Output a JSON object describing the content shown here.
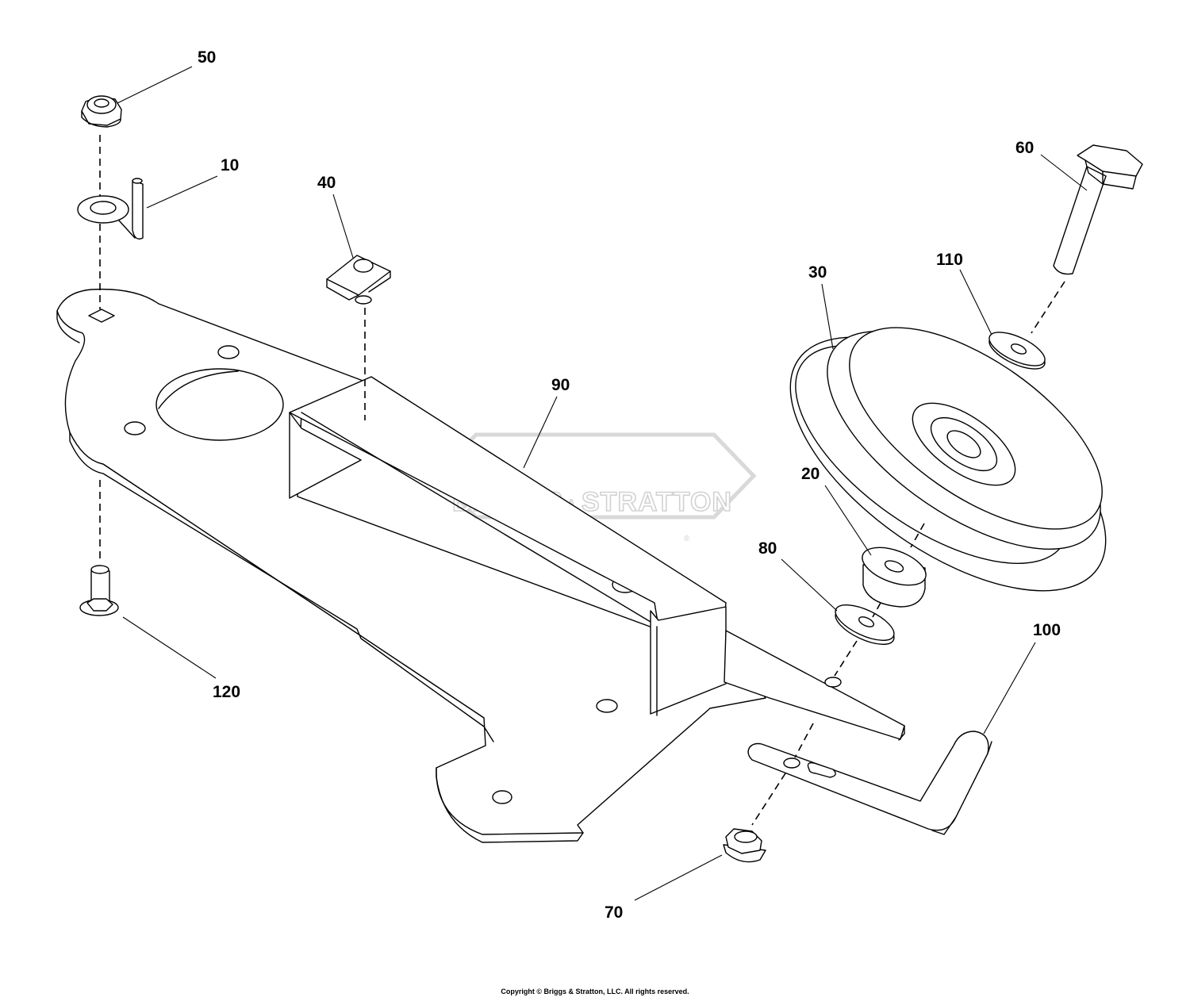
{
  "watermark": {
    "left": "BRIGGS",
    "amp": "&",
    "right": "STRATTON",
    "registered": "®"
  },
  "callouts": [
    {
      "id": "50"
    },
    {
      "id": "10"
    },
    {
      "id": "40"
    },
    {
      "id": "90"
    },
    {
      "id": "30"
    },
    {
      "id": "110"
    },
    {
      "id": "60"
    },
    {
      "id": "20"
    },
    {
      "id": "80"
    },
    {
      "id": "100"
    },
    {
      "id": "120"
    },
    {
      "id": "70"
    }
  ],
  "copyright": "Copyright © Briggs & Stratton, LLC. All rights reserved."
}
